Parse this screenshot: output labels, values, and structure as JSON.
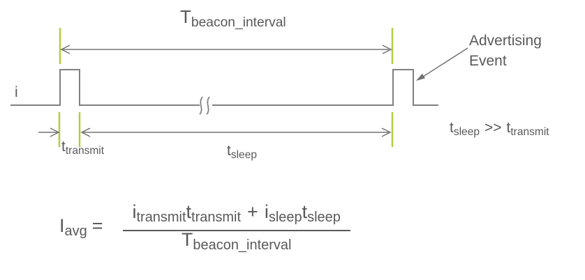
{
  "colors": {
    "signal_gray": "#808080",
    "arrow_gray": "#737373",
    "marker_green": "#b5cc3f",
    "text_gray": "#595959"
  },
  "timing_diagram": {
    "beacon_interval_label": {
      "main": "T",
      "sub": "beacon_interval"
    },
    "signal_label": "i",
    "advertising_event_label": {
      "line1": "Advertising",
      "line2": "Event"
    },
    "t_transmit_label": {
      "main": "t",
      "sub": "transmit"
    },
    "t_sleep_label": {
      "main": "t",
      "sub": "sleep"
    },
    "inequality": {
      "lhs_main": "t",
      "lhs_sub": "sleep",
      "op": ">>",
      "rhs_main": "t",
      "rhs_sub": "transmit"
    }
  },
  "formula": {
    "lhs_main": "I",
    "lhs_sub": "avg",
    "equals": "=",
    "num_i_transmit_main": "i",
    "num_i_transmit_sub": "transmit",
    "num_t_transmit_main": "t",
    "num_t_transmit_sub": "transmit",
    "plus": "+",
    "num_i_sleep_main": "i",
    "num_i_sleep_sub": "sleep",
    "num_t_sleep_main": "t",
    "num_t_sleep_sub": "sleep",
    "den_main": "T",
    "den_sub": "beacon_interval"
  }
}
